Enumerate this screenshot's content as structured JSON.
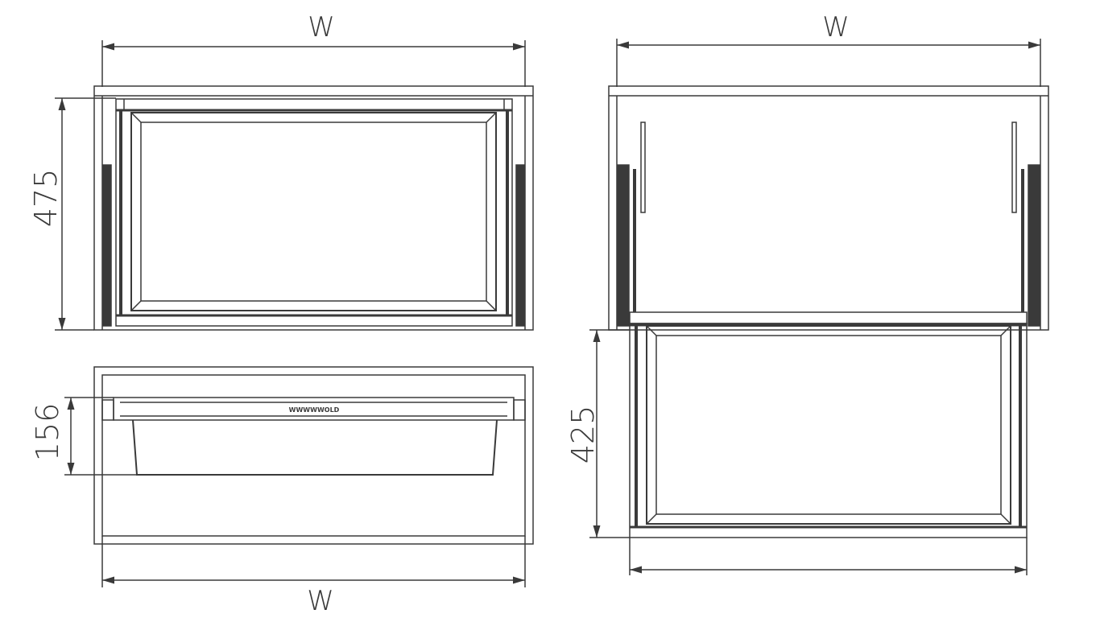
{
  "views": {
    "top_view": {
      "width_label": "W",
      "depth_label": "475"
    },
    "front_view": {
      "width_label": "W",
      "height_label": "156",
      "brand_label": "WWWWWOLD"
    },
    "extended_view": {
      "width_label": "W",
      "extension_label": "425"
    }
  },
  "colors": {
    "line": "#3a3a3a",
    "runner": "#3a3a3a",
    "background": "#ffffff"
  }
}
